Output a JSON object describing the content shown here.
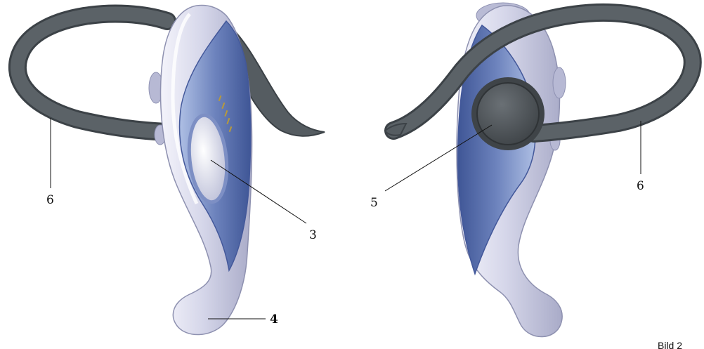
{
  "diagram": {
    "callouts": {
      "left_hook": "6",
      "button": "3",
      "mic_tip": "4",
      "speaker": "5",
      "right_hook": "6"
    },
    "caption": "Bild 2",
    "colors": {
      "hook": "#5a6166",
      "hook_edge": "#3c4247",
      "shell_silver": "#c9cbe0",
      "shell_highlight": "#f2f2fa",
      "shell_blue": "#5f76b0",
      "shell_blue_light": "#9aaed8",
      "speaker_pad": "#4f5458"
    }
  }
}
